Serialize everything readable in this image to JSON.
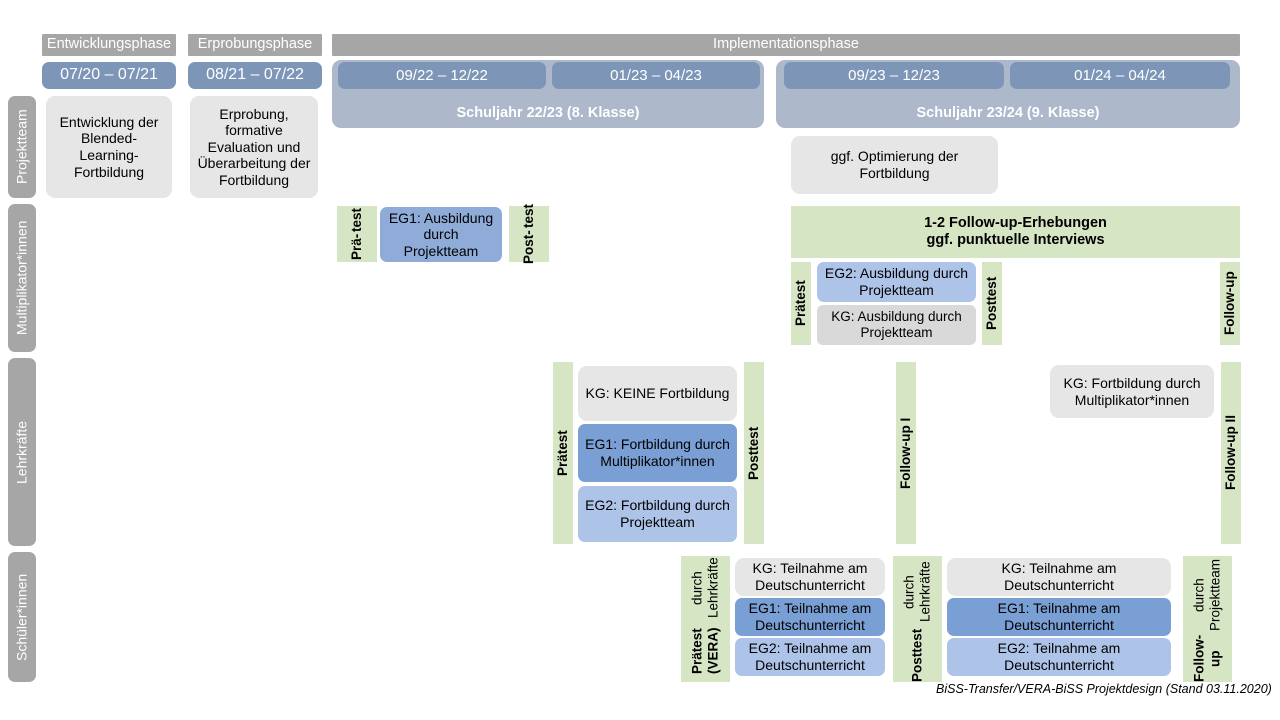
{
  "footer": {
    "text": "BiSS-Transfer/VERA-BiSS Projektdesign (Stand 03.11.2020)"
  },
  "phases": {
    "entwicklung": {
      "title": "Entwicklungsphase",
      "date": "07/20 – 07/21"
    },
    "erprobung": {
      "title": "Erprobungsphase",
      "date": "08/21 – 07/22"
    },
    "implementation": {
      "title": "Implementationsphase"
    }
  },
  "schuljahre": [
    {
      "label": "Schuljahr 22/23 (8. Klasse)",
      "quarters": [
        "09/22 – 12/22",
        "01/23 – 04/23"
      ]
    },
    {
      "label": "Schuljahr 23/24 (9. Klasse)",
      "quarters": [
        "09/23 – 12/23",
        "01/24 – 04/24"
      ]
    }
  ],
  "actors": [
    {
      "label": "Projektteam"
    },
    {
      "label": "Multiplikator*innen"
    },
    {
      "label": "Lehrkräfte"
    },
    {
      "label": "Schüler*innen"
    }
  ],
  "projektteam": {
    "entwicklung_box": "Entwicklung der Blended-Learning-Fortbildung",
    "erprobung_box": "Erprobung, formative Evaluation und Überarbeitung der Fortbildung",
    "optimierung_box": "ggf. Optimierung der Fortbildung"
  },
  "multiplikatoren": {
    "praetest_l1": "Prä-",
    "praetest_l2": "test",
    "posttest_l1": "Post-",
    "posttest_l2": "test",
    "eg1_box": "EG1: Ausbildung durch Projektteam",
    "followup_banner_l1": "1-2 Follow-up-Erhebungen",
    "followup_banner_l2": "ggf. punktuelle Interviews",
    "praetest2": "Prätest",
    "posttest2": "Posttest",
    "followup": "Follow-up",
    "eg2_box": "EG2: Ausbildung durch Projektteam",
    "kg_box": "KG: Ausbildung durch Projektteam"
  },
  "lehrkraefte": {
    "praetest": "Prätest",
    "posttest": "Posttest",
    "followup1": "Follow-up I",
    "followup2": "Follow-up II",
    "kg_box": "KG:  KEINE Fortbildung",
    "eg1_box": "EG1: Fortbildung durch Multiplikator*innen",
    "eg2_box": "EG2: Fortbildung durch Projektteam",
    "kg_box_right": "KG: Fortbildung durch Multiplikator*innen"
  },
  "schueler": {
    "praetest_l1": "Prätest (VERA)",
    "praetest_l2": "durch Lehrkräfte",
    "posttest_l1": "Posttest",
    "posttest_l2": "durch Lehrkräfte",
    "followup_l1": "Follow-up",
    "followup_l2": "durch Projektteam",
    "left": {
      "kg": "KG: Teilnahme am Deutschunterricht",
      "eg1": "EG1: Teilnahme am Deutschunterricht",
      "eg2": "EG2: Teilnahme am Deutschunterricht"
    },
    "right": {
      "kg": "KG: Teilnahme am Deutschunterricht",
      "eg1": "EG1: Teilnahme am Deutschunterricht",
      "eg2": "EG2: Teilnahme am Deutschunterricht"
    }
  },
  "colors": {
    "gray_header": "#a6a6a6",
    "slate_blue": "#7d96b7",
    "band_blue": "#aeb8cb",
    "green": "#d6e5c3",
    "blue_dark": "#7a9fd4",
    "blue_mid": "#8fabd8",
    "blue_light": "#adc4e8",
    "gray_box": "#e6e6e6",
    "gray_box_dark": "#d9d9d9"
  }
}
